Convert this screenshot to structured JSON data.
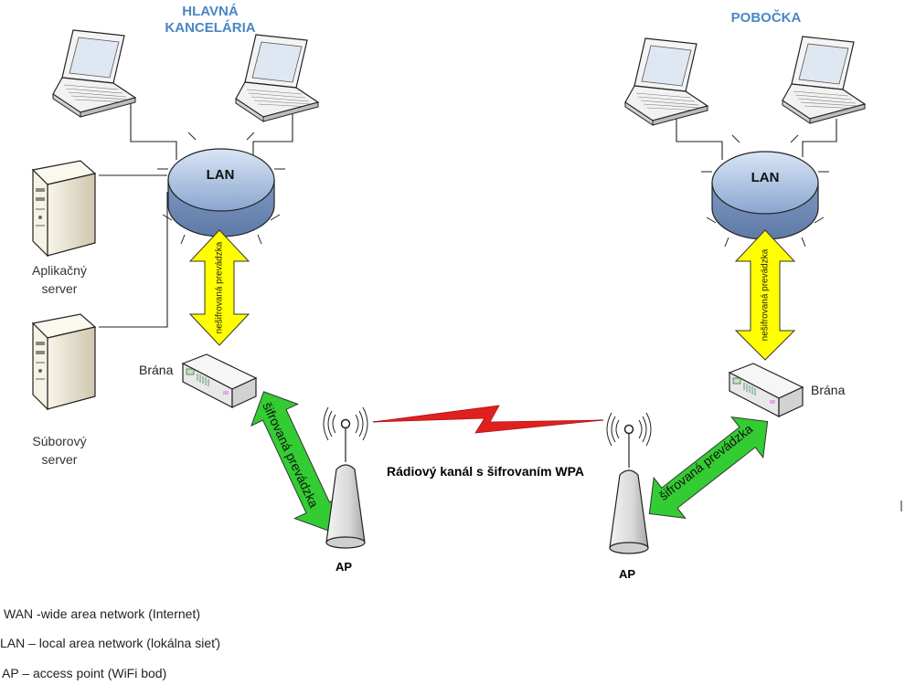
{
  "sites": {
    "main_office": [
      "HLAVNÁ",
      "KANCELÁRIA"
    ],
    "branch": "POBOČKA"
  },
  "lan_label": "LAN",
  "servers": {
    "application": [
      "Aplikačný",
      "server"
    ],
    "file": [
      "Súborový",
      "server"
    ]
  },
  "gateway_label": "Brána",
  "ap_label": "AP",
  "radio_channel": "Rádiový kanál s šifrovaním WPA",
  "unencrypted_traffic": "nešifrovaná prevádzka",
  "encrypted_traffic": "šifrovaná prevádzka",
  "legend": [
    "WAN -wide area network (Internet)",
    "LAN – local area network (lokálna sieť)",
    "AP – access point (WiFi bod)"
  ],
  "colors": {
    "site_title": "#4a86c5",
    "unencrypted_arrow": "#ffff00",
    "encrypted_arrow": "#33cc33",
    "radio_bolt": "#e02020",
    "lan_hub": "#9ab3d6"
  }
}
